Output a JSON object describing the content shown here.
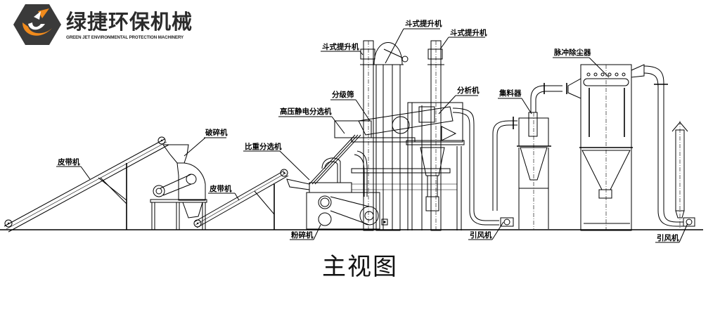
{
  "logo": {
    "name_cn": "绿捷环保机械",
    "name_en": "GREEN JET ENVIRONMENTAL PROTECTION MACHINERY",
    "accent_color": "#f08a1c",
    "dark_color": "#3a3a3a"
  },
  "caption": "主视图",
  "labels": {
    "belt_conveyor_1": "皮带机",
    "crusher": "破碎机",
    "belt_conveyor_2": "皮带机",
    "gravity_separator": "比重分选机",
    "hv_electrostatic_separator": "高压静电分选机",
    "grading_sieve": "分级筛",
    "bucket_elevator_left": "斗式提升机",
    "bucket_elevator_center": "斗式提升机",
    "bucket_elevator_right": "斗式提升机",
    "analyzer": "分析机",
    "pulverizer": "粉碎机",
    "collector": "集料器",
    "pulse_dust_collector": "脉冲除尘器",
    "induced_fan_1": "引风机",
    "induced_fan_2": "引风机"
  }
}
